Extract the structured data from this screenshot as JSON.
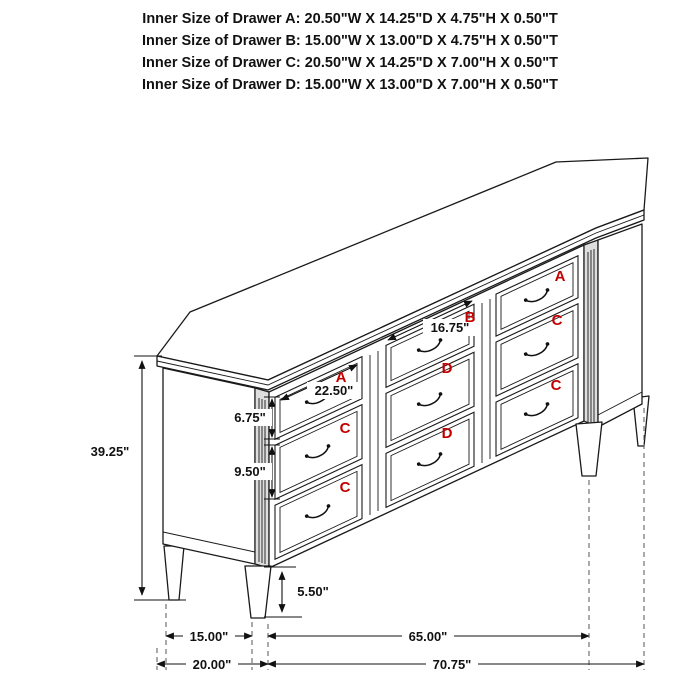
{
  "header": {
    "lines": [
      "Inner Size of Drawer A: 20.50\"W X 14.25\"D X 4.75\"H X 0.50\"T",
      "Inner Size of Drawer B: 15.00\"W X 13.00\"D X 4.75\"H X 0.50\"T",
      "Inner Size of Drawer C: 20.50\"W X 14.25\"D X 7.00\"H X 0.50\"T",
      "Inner Size of Drawer D: 15.00\"W X 13.00\"D X 7.00\"H X 0.50\"T"
    ]
  },
  "drawer_labels": {
    "left": [
      "A",
      "C",
      "C"
    ],
    "middle": [
      "B",
      "D",
      "D"
    ],
    "right": [
      "A",
      "C",
      "C"
    ]
  },
  "dimensions": {
    "overall_height": "39.25\"",
    "drawer_a_front_width": "22.50\"",
    "drawer_b_front_width": "16.75\"",
    "small_drawer_front_height": "6.75\"",
    "large_drawer_front_height": "9.50\"",
    "leg_height": "5.50\"",
    "depth_between_legs": "15.00\"",
    "width_between_legs": "65.00\"",
    "overall_depth": "20.00\"",
    "overall_width": "70.75\""
  },
  "colors": {
    "label_red": "#c30000",
    "line": "#1a1a1a",
    "background": "#ffffff"
  }
}
